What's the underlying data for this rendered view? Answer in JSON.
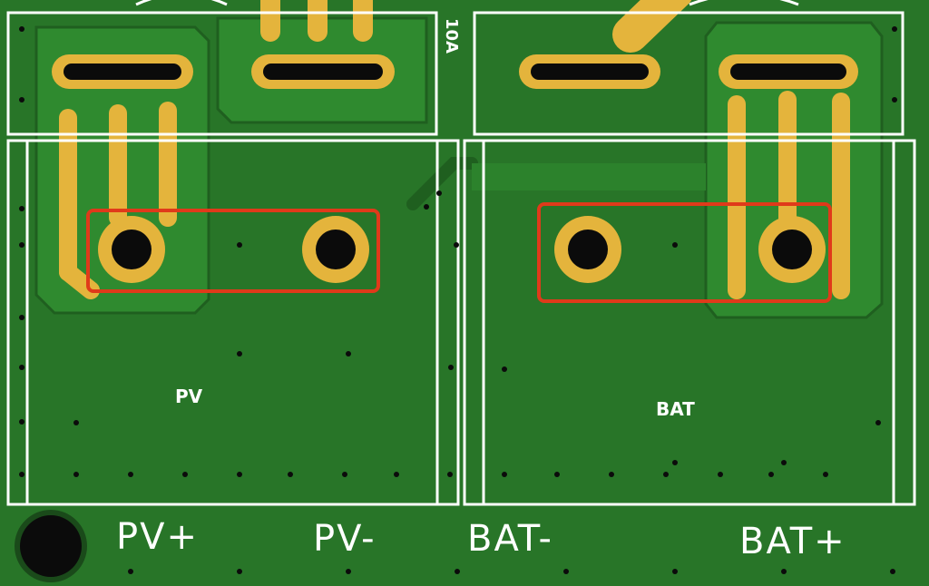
{
  "board": {
    "colors": {
      "soldermask": "#287528",
      "copper_pour": "#2f8a2f",
      "copper_edge": "#1e5c1e",
      "pad_gold": "#e4b43c",
      "silkscreen": "#ffffff",
      "highlight": "#e03a1a",
      "via": "#0b0b0b"
    },
    "silk": {
      "rating_top": "10A",
      "zone_left": "PV",
      "zone_right": "BAT"
    },
    "terminals": {
      "pv_plus": "PV+",
      "pv_minus": "PV-",
      "bat_minus": "BAT-",
      "bat_plus": "BAT+"
    }
  }
}
